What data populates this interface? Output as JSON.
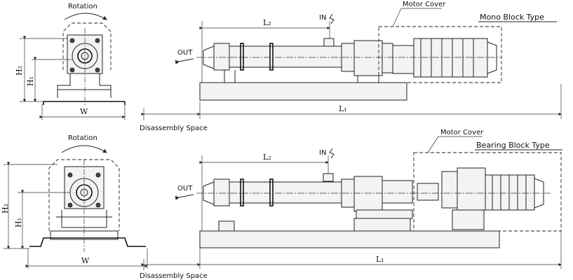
{
  "mono_block": {
    "side_view": {
      "rotation": "Rotation",
      "h2": "H₂",
      "h1": "H₁",
      "w": "W"
    },
    "front_view": {
      "l2": "L₂",
      "l1": "L₁",
      "in": "IN",
      "out": "OUT",
      "motor_cover": "Motor Cover",
      "type": "Mono Block Type",
      "disassembly": "Disassembly Space"
    }
  },
  "bearing_block": {
    "side_view": {
      "rotation": "Rotation",
      "h2": "H₂",
      "h1": "H₁",
      "w": "W"
    },
    "front_view": {
      "l2": "L₂",
      "l1": "L₁",
      "in": "IN",
      "out": "OUT",
      "motor_cover": "Motor Cover",
      "type": "Bearing Block Type",
      "disassembly": "Disassembly Space"
    }
  }
}
